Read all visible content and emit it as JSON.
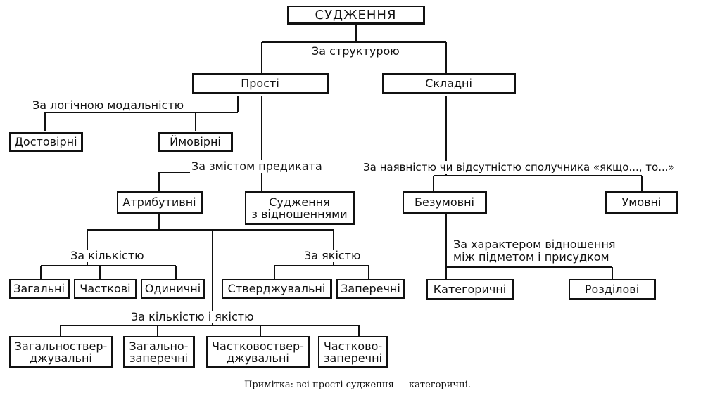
{
  "title": "СУДЖЕННЯ",
  "nodes": {
    "prosti": "Прості",
    "skladni": "Складні",
    "dostovirni": "Достовірні",
    "ymovirni": "Ймовірні",
    "atrybutyvni": "Атрибутивні",
    "vidnoshennia": "Судження\nз відношеннями",
    "bezumovni": "Безумовні",
    "umovni": "Умовні",
    "zahalni": "Загальні",
    "chastkovi": "Часткові",
    "odynychni": "Одиничні",
    "stverdzhuvalni": "Стверджувальні",
    "zaperechni": "Заперечні",
    "katehorychni": "Категоричні",
    "rozdilovi": "Розділові",
    "zahalnostverdzh": "Загальноствер-\nджувальні",
    "zahalnozaper": "Загально-\nзаперечні",
    "chastkovostverdzh": "Частковоствер-\nджувальні",
    "chastkovozaper": "Частково-\nзаперечні"
  },
  "labels": {
    "za_strukturoiu": "За структурою",
    "za_modalnistiu": "За логічною модальністю",
    "za_zmistom": "За змістом предиката",
    "za_spoluchnykom": "За наявністю чи відсутністю сполучника «якщо..., то...»",
    "za_kilkistiu": "За кількістю",
    "za_yakistiu": "За якістю",
    "za_kharakterom": "За характером відношення\nміж підметом і присудком",
    "za_kilkistiu_i_yakistiu": "За кількістю і якістю"
  },
  "note": "Примітка: всі прості судження — категоричні."
}
